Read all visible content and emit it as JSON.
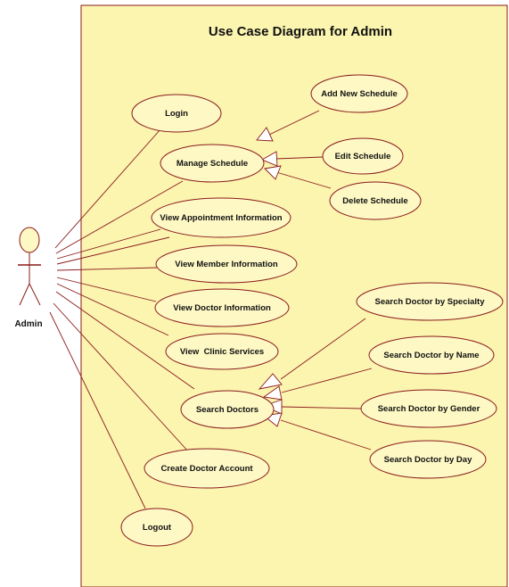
{
  "diagram": {
    "title": "Use Case Diagram for Admin",
    "actor": {
      "label": "Admin",
      "icon": "stick-figure-icon"
    },
    "colors": {
      "system_fill": "#fbf5b0",
      "use_case_fill": "#fdf8c4",
      "use_case_stroke": "#8b1a1a",
      "line": "#8b1a1a"
    },
    "use_cases": {
      "login": "Login",
      "manage_schedule": "Manage Schedule",
      "add_new_schedule": "Add New Schedule",
      "edit_schedule": "Edit Schedule",
      "delete_schedule": "Delete Schedule",
      "view_appointment_information": "View Appointment Information",
      "view_member_information": "View Member Information",
      "view_doctor_information": "View Doctor Information",
      "view_clinic_services": "View  Clinic Services",
      "search_doctors": "Search Doctors",
      "search_doctor_by_specialty": "Search Doctor by Specialty",
      "search_doctor_by_name": "Search Doctor by Name",
      "search_doctor_by_gender": "Search Doctor by Gender",
      "search_doctor_by_day": "Search Doctor by Day",
      "create_doctor_account": "Create Doctor Account",
      "logout": "Logout"
    }
  }
}
